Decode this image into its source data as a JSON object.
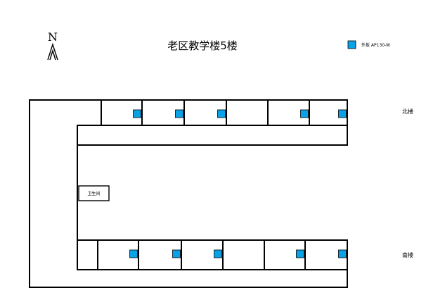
{
  "title": "老区教学楼5楼",
  "compass": {
    "letter": "N"
  },
  "legend": {
    "label": "外扳  AP130-W",
    "color": "#0AA2E6"
  },
  "buildings": {
    "north_label": "北楼",
    "south_label": "南楼",
    "toilet_label": "卫生间"
  },
  "north_rooms": [
    {
      "has_ap": true
    },
    {
      "has_ap": true
    },
    {
      "has_ap": true
    },
    {
      "has_ap": false
    },
    {
      "has_ap": true
    },
    {
      "has_ap": true
    }
  ],
  "south_rooms": [
    {
      "has_ap": false
    },
    {
      "has_ap": true
    },
    {
      "has_ap": true
    },
    {
      "has_ap": true
    },
    {
      "has_ap": false
    },
    {
      "has_ap": true
    },
    {
      "has_ap": true
    }
  ]
}
